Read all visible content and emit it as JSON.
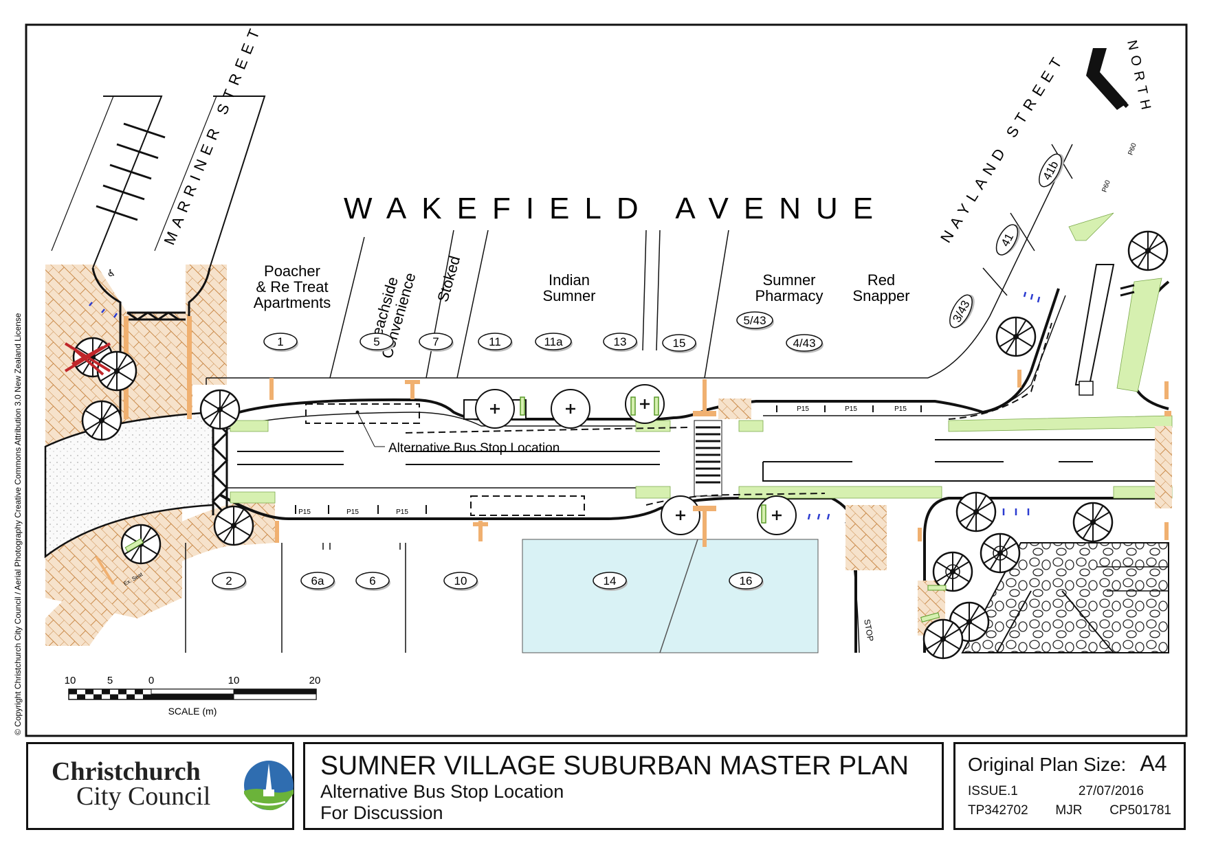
{
  "streets": {
    "main": "WAKEFIELD AVENUE",
    "marriner": "MARRINER STREET",
    "nayland": "NAYLAND STREET"
  },
  "north_label": "NORTH",
  "businesses": [
    {
      "id": "poacher",
      "name": "Poacher\n& Re Treat\nApartments"
    },
    {
      "id": "beachside",
      "name": "Beachside\nConvenience"
    },
    {
      "id": "stoked",
      "name": "Stoked"
    },
    {
      "id": "indian",
      "name": "Indian\nSumner"
    },
    {
      "id": "pharmacy",
      "name": "Sumner\nPharmacy"
    },
    {
      "id": "red-snapper",
      "name": "Red\nSnapper"
    }
  ],
  "property_numbers": [
    "1",
    "5",
    "7",
    "11",
    "11a",
    "13",
    "15",
    "5/43",
    "4/43",
    "3/43",
    "41",
    "41b",
    "2",
    "6a",
    "6",
    "10",
    "14",
    "16"
  ],
  "annotations": {
    "bus_stop": "Alternative Bus Stop Location",
    "parking": "P15",
    "parking_nayland": "P60",
    "stop": "STOP",
    "seat": "Ex. Seat"
  },
  "scale": {
    "ticks": [
      "10",
      "5",
      "0",
      "10",
      "20"
    ],
    "label": "SCALE (m)"
  },
  "copyright": "© Copyright Christchurch City Council / Aerial Photography Creative Commons Attribution 3.0 New Zealand License",
  "title_block": {
    "logo_line1": "Christchurch",
    "logo_line2": "City Council",
    "title": "SUMNER VILLAGE SUBURBAN MASTER PLAN",
    "subtitle1": "Alternative Bus Stop Location",
    "subtitle2": "For Discussion",
    "plan_size_label": "Original Plan Size:",
    "plan_size": "A4",
    "issue": "ISSUE.1",
    "date": "27/07/2016",
    "tp": "TP342702",
    "drawn_by": "MJR",
    "cp": "CP501781"
  },
  "colors": {
    "paving": "#f3dcc2",
    "paving_line": "#c98a4a",
    "bike_lane": "#d6f0b0",
    "water": "#d9f2f5",
    "bollard": "#f0b070",
    "kerb": "#111111"
  }
}
